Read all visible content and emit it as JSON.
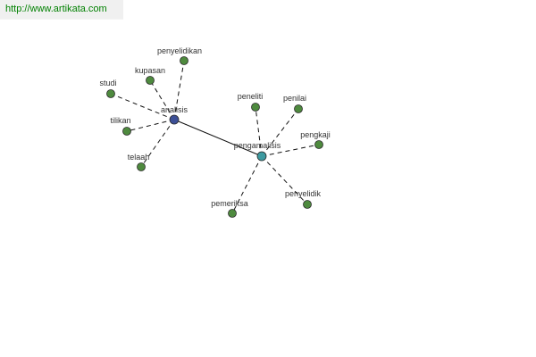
{
  "site": {
    "url": "http://www.artikata.com"
  },
  "colors": {
    "background": "#ffffff",
    "url_text": "#008000",
    "node_green": "#4e8a3e",
    "node_center_primary": "#3c4f96",
    "node_center_secondary": "#3d9aa0",
    "node_stroke": "#2a2a2a",
    "edge": "#111111",
    "label": "#333333"
  },
  "graph": {
    "nodes": [
      {
        "id": "analisis",
        "label": "analisis",
        "kind": "primary"
      },
      {
        "id": "pengamalisis",
        "label": "pengamalisis",
        "kind": "secondary"
      },
      {
        "id": "penyelidikan",
        "label": "penyelidikan",
        "kind": "leaf"
      },
      {
        "id": "kupasan",
        "label": "kupasan",
        "kind": "leaf"
      },
      {
        "id": "studi",
        "label": "studi",
        "kind": "leaf"
      },
      {
        "id": "tilikan",
        "label": "tilikan",
        "kind": "leaf"
      },
      {
        "id": "telaah",
        "label": "telaah",
        "kind": "leaf"
      },
      {
        "id": "peneliti",
        "label": "peneliti",
        "kind": "leaf"
      },
      {
        "id": "penilai",
        "label": "penilai",
        "kind": "leaf"
      },
      {
        "id": "pengkaji",
        "label": "pengkaji",
        "kind": "leaf"
      },
      {
        "id": "penyelidik",
        "label": "penyelidik",
        "kind": "leaf"
      },
      {
        "id": "pemeriksa",
        "label": "pemeriksa",
        "kind": "leaf"
      }
    ],
    "edges": [
      {
        "from": "analisis",
        "to": "pengamalisis",
        "style": "solid"
      },
      {
        "from": "analisis",
        "to": "penyelidikan",
        "style": "dashed"
      },
      {
        "from": "analisis",
        "to": "kupasan",
        "style": "dashed"
      },
      {
        "from": "analisis",
        "to": "studi",
        "style": "dashed"
      },
      {
        "from": "analisis",
        "to": "tilikan",
        "style": "dashed"
      },
      {
        "from": "analisis",
        "to": "telaah",
        "style": "dashed"
      },
      {
        "from": "pengamalisis",
        "to": "peneliti",
        "style": "dashed"
      },
      {
        "from": "pengamalisis",
        "to": "penilai",
        "style": "dashed"
      },
      {
        "from": "pengamalisis",
        "to": "pengkaji",
        "style": "dashed"
      },
      {
        "from": "pengamalisis",
        "to": "penyelidik",
        "style": "dashed"
      },
      {
        "from": "pengamalisis",
        "to": "pemeriksa",
        "style": "dashed"
      }
    ]
  }
}
